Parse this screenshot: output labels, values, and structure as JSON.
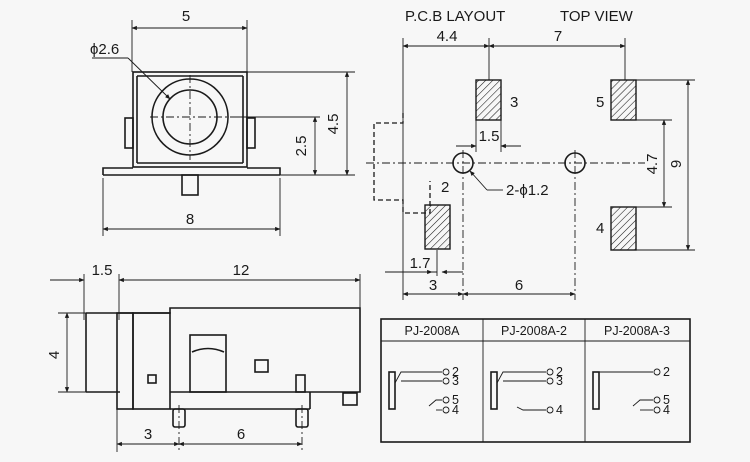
{
  "front_view": {
    "width_top": "5",
    "hole_diameter": "ϕ2.6",
    "height_center": "2.5",
    "height_total": "4.5",
    "width_bottom": "8"
  },
  "side_view": {
    "offset": "1.5",
    "length": "12",
    "height": "4",
    "pin_offset": "3",
    "pin_spacing": "6"
  },
  "pcb_layout": {
    "title": "P.C.B LAYOUT",
    "subtitle": "TOP VIEW",
    "dim_left": "4.4",
    "dim_right": "7",
    "pad_width": "1.5",
    "hole_spec": "2-ϕ1.2",
    "pad_gap": "4.7",
    "pad_span": "9",
    "pad_offset": "1.7",
    "bottom_left": "3",
    "bottom_right": "6",
    "pins": [
      "3",
      "5",
      "2",
      "4"
    ]
  },
  "schematics": {
    "models": [
      "PJ-2008A",
      "PJ-2008A-2",
      "PJ-2008A-3"
    ],
    "pins": {
      "a": [
        "2",
        "3",
        "5",
        "4"
      ],
      "b": [
        "2",
        "3",
        "4"
      ],
      "c": [
        "2",
        "5",
        "4"
      ]
    }
  }
}
